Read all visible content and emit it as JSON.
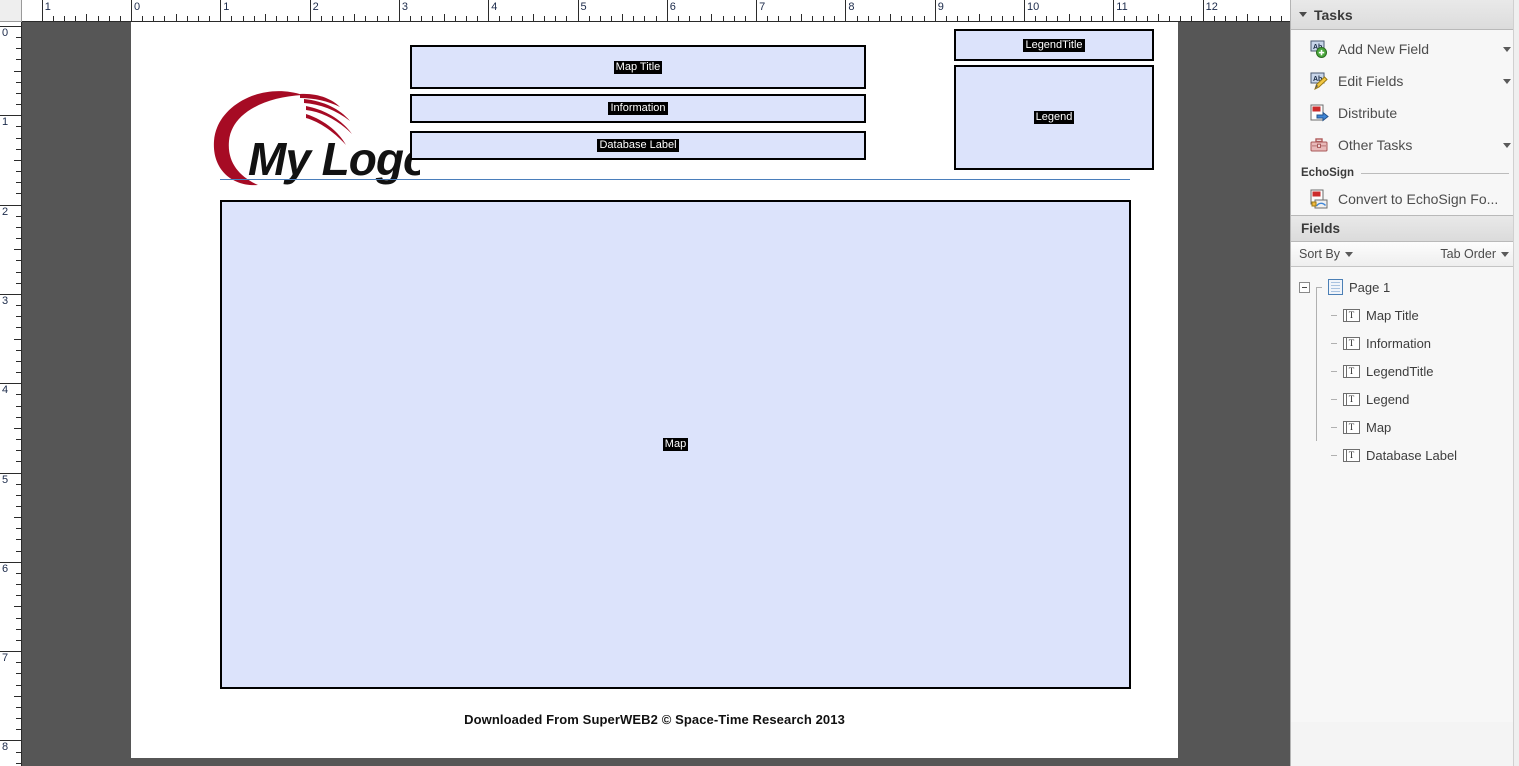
{
  "rulers": {
    "horizontal_units": [
      "1",
      "0",
      "1",
      "2",
      "3",
      "4",
      "5",
      "6",
      "7",
      "8",
      "9",
      "10",
      "11",
      "12"
    ],
    "vertical_units": [
      "0",
      "1",
      "2",
      "3",
      "4",
      "5",
      "6",
      "7",
      "8"
    ]
  },
  "document": {
    "logo": {
      "text": "My Logo",
      "arc_color": "#A60B24",
      "text_color": "#121212"
    },
    "fields": [
      {
        "name": "Map Title",
        "label": "Map Title"
      },
      {
        "name": "Information",
        "label": "Information"
      },
      {
        "name": "Database Label",
        "label": "Database Label"
      },
      {
        "name": "LegendTitle",
        "label": "LegendTitle"
      },
      {
        "name": "Legend",
        "label": "Legend"
      },
      {
        "name": "Map",
        "label": "Map"
      }
    ],
    "field_fill": "#DCE3FB",
    "field_border": "#000000",
    "rule_color": "#4A7EBB",
    "footer": "Downloaded From SuperWEB2 © Space-Time Research 2013"
  },
  "tasks_panel": {
    "title": "Tasks",
    "items": [
      {
        "label": "Add New Field",
        "icon": "add-field-icon",
        "has_caret": true
      },
      {
        "label": "Edit Fields",
        "icon": "edit-fields-icon",
        "has_caret": true
      },
      {
        "label": "Distribute",
        "icon": "distribute-icon",
        "has_caret": false
      },
      {
        "label": "Other Tasks",
        "icon": "other-tasks-icon",
        "has_caret": true
      }
    ],
    "section": {
      "label": "EchoSign"
    },
    "echosign_items": [
      {
        "label": "Convert to EchoSign Fo...",
        "icon": "echosign-convert-icon"
      }
    ]
  },
  "fields_panel": {
    "title": "Fields",
    "sort_by_label": "Sort By",
    "tab_order_label": "Tab Order",
    "tree": {
      "root": {
        "label": "Page 1",
        "icon": "page-icon",
        "expanded": true
      },
      "children": [
        {
          "label": "Map Title",
          "icon": "text-field-icon"
        },
        {
          "label": "Information",
          "icon": "text-field-icon"
        },
        {
          "label": "LegendTitle",
          "icon": "text-field-icon"
        },
        {
          "label": "Legend",
          "icon": "text-field-icon"
        },
        {
          "label": "Map",
          "icon": "text-field-icon"
        },
        {
          "label": "Database Label",
          "icon": "text-field-icon"
        }
      ]
    }
  }
}
